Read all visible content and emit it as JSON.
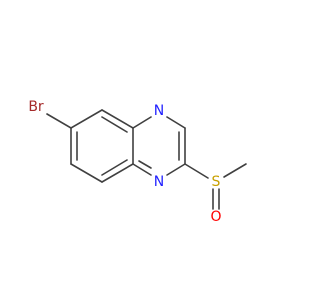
{
  "molecule": {
    "atoms": {
      "bromine": {
        "symbol": "Br",
        "color": "#a52a2a"
      },
      "n1": {
        "symbol": "N",
        "color": "#2222ff"
      },
      "n4": {
        "symbol": "N",
        "color": "#2222ff"
      },
      "sulfur": {
        "symbol": "S",
        "color": "#c8a000"
      },
      "oxygen": {
        "symbol": "O",
        "color": "#ff0000"
      }
    },
    "bond_color": "#404040"
  }
}
